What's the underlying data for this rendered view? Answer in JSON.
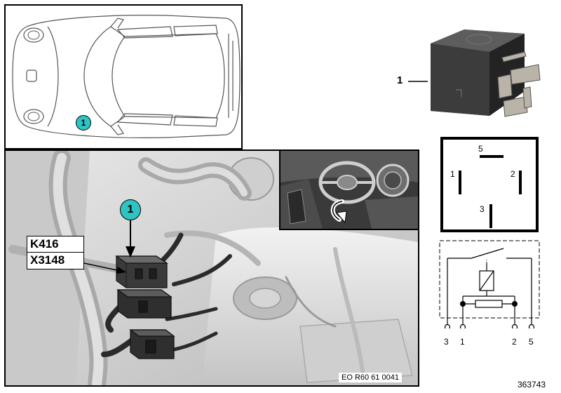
{
  "car_view": {
    "callout": "1"
  },
  "photo": {
    "callout": "1",
    "labels": [
      "K416",
      "X3148"
    ],
    "eo_code": "EO R60 61 0041"
  },
  "relay": {
    "position_label": "1",
    "pin_numbers": [
      "5",
      "1",
      "2",
      "3"
    ],
    "schematic_terminals": [
      "3",
      "1",
      "2",
      "5"
    ]
  },
  "doc_number": "363743"
}
